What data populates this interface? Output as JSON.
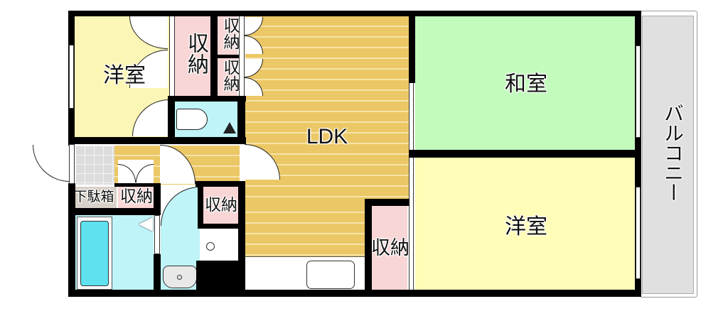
{
  "floor_plan": {
    "type": "apartment-3LDK-style",
    "rooms": {
      "western_room_1": {
        "label": "洋室",
        "color": "#fbf6b5"
      },
      "storage_top_1": {
        "label": "収納",
        "color": "#f9d6d6"
      },
      "storage_top_2": {
        "label": "収納",
        "color": "#f9d6d6"
      },
      "storage_top_3": {
        "label": "収納",
        "color": "#f9d6d6"
      },
      "toilet": {
        "label": "",
        "color": "#bff4f8"
      },
      "ldk": {
        "label": "LDK",
        "color": "#ebc765"
      },
      "japanese_room": {
        "label": "和室",
        "color": "#c3fbbd"
      },
      "western_room_2": {
        "label": "洋室",
        "color": "#fffdb8"
      },
      "balcony": {
        "label": "バルコニー",
        "color": "#e0e0e0"
      },
      "shoe_box": {
        "label": "下駄箱",
        "color": "#d8d0c8"
      },
      "entry_storage": {
        "label": "収納",
        "color": "#f9d6d6"
      },
      "hall_storage": {
        "label": "収納",
        "color": "#f9d6d6"
      },
      "ldk_storage": {
        "label": "収納",
        "color": "#f9d6d6"
      },
      "bath": {
        "label": "",
        "color": "#9bf0f6"
      },
      "washroom": {
        "label": "",
        "color": "#bff4f8"
      },
      "kitchen_counter": {
        "label": ""
      }
    },
    "colors": {
      "wall": "#000000",
      "wood_floor": "#ebc765",
      "wood_stripe": "#f7e3a9",
      "water_area": "#bff4f8",
      "storage": "#f9d6d6",
      "tile": "#dcdcdc"
    }
  }
}
